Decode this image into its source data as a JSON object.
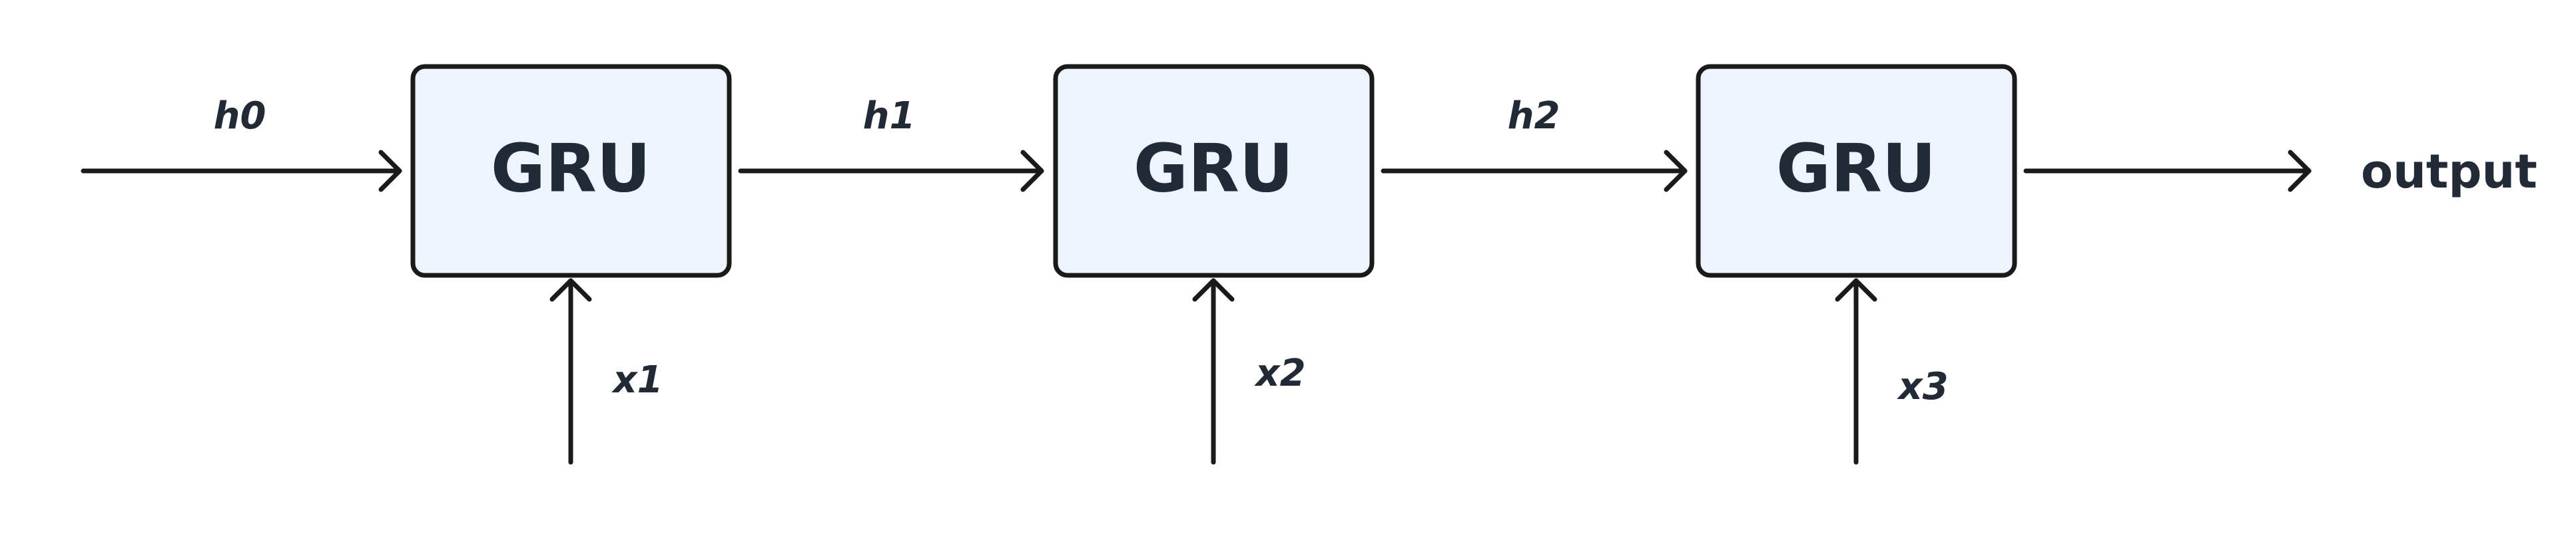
{
  "diagram": {
    "cells": [
      {
        "label": "GRU"
      },
      {
        "label": "GRU"
      },
      {
        "label": "GRU"
      }
    ],
    "hidden_states": [
      "h0",
      "h1",
      "h2"
    ],
    "inputs": [
      "x1",
      "x2",
      "x3"
    ],
    "output_label": "output",
    "colors": {
      "box_fill": "#eef3fd",
      "stroke": "#1a1a1a",
      "text": "#222a35"
    }
  }
}
